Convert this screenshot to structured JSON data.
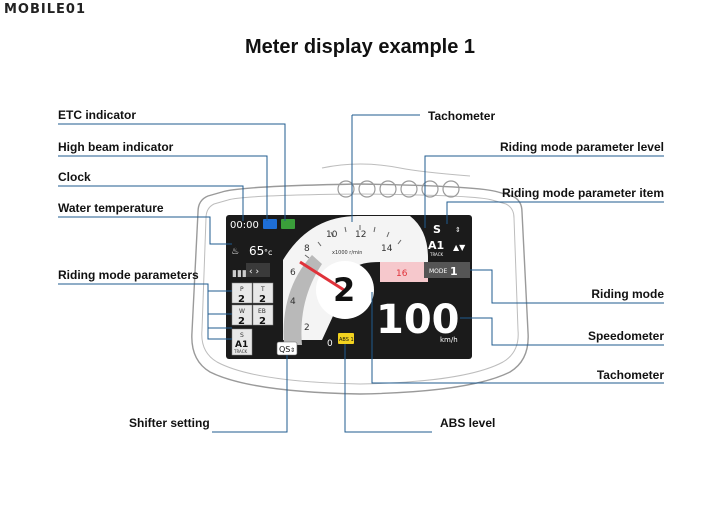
{
  "brand": {
    "logo_text": "MOBILE01"
  },
  "title": "Meter display example 1",
  "labels_left": {
    "etc_indicator": "ETC indicator",
    "high_beam": "High beam indicator",
    "clock": "Clock",
    "water_temp": "Water temperature",
    "riding_mode_params": "Riding mode parameters",
    "shifter_setting": "Shifter setting"
  },
  "labels_right": {
    "tachometer_top": "Tachometer",
    "param_level": "Riding mode parameter level",
    "param_item": "Riding mode parameter item",
    "riding_mode": "Riding mode",
    "speedometer": "Speedometer",
    "tachometer_bottom": "Tachometer",
    "abs_level": "ABS level"
  },
  "display": {
    "clock": "00:00",
    "water_temp_value": "65",
    "water_temp_unit": "°c",
    "gear": "2",
    "speed": "100",
    "speed_unit": "km/h",
    "rpm_unit": "x1000 r/min",
    "tach_ticks": [
      "0",
      "2",
      "4",
      "6",
      "8",
      "10",
      "12",
      "14",
      "16"
    ],
    "abs_value": "ABS 1",
    "qs_label": "QS",
    "mode_label": "MODE",
    "mode_value": "1",
    "param_item_value": "S",
    "param_level_value": "A1",
    "param_level_sub": "TRACK",
    "params": [
      {
        "name": "P",
        "value": "2"
      },
      {
        "name": "T",
        "value": "2"
      },
      {
        "name": "W",
        "value": "2"
      },
      {
        "name": "EB",
        "value": "2"
      }
    ],
    "s_param": {
      "name": "S",
      "value": "A1",
      "sub": "TRACK"
    }
  },
  "colors": {
    "screen_bg": "#1b1b1b",
    "tach_red": "#e0323a",
    "etc_green": "#3a9e3a",
    "high_beam_blue": "#1e6ed6",
    "abs_yellow": "#f2d21f",
    "leader_blue": "#1f5b8f"
  }
}
